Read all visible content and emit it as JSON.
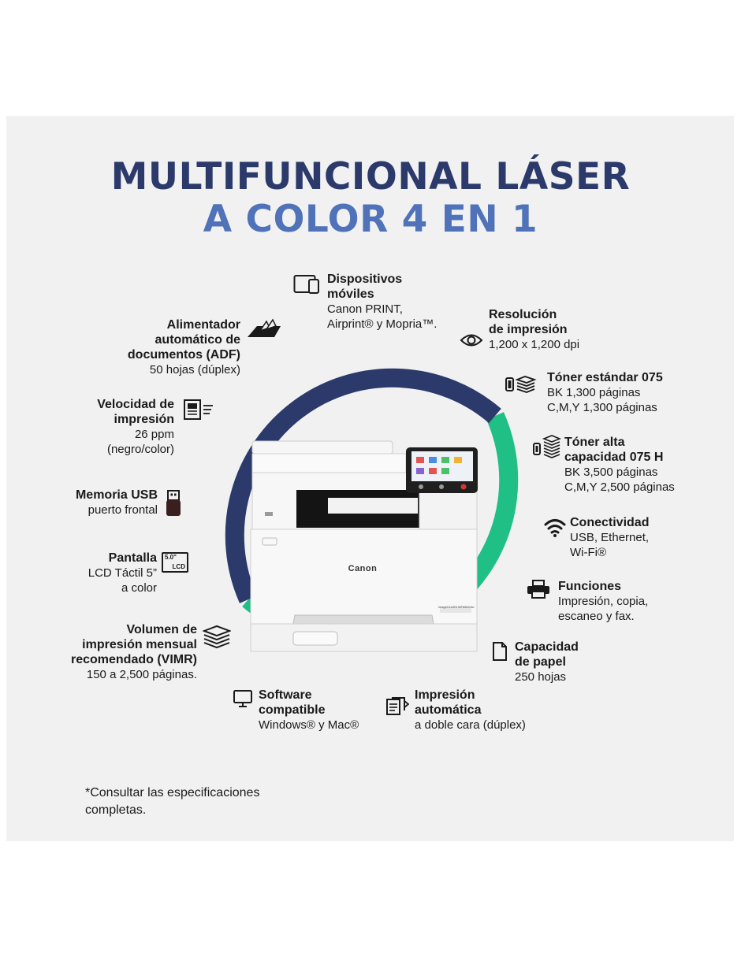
{
  "title": {
    "line1": "MULTIFUNCIONAL LÁSER",
    "line2": "A COLOR 4 EN 1"
  },
  "colors": {
    "navy": "#2b3a6b",
    "blue": "#4f72b8",
    "green": "#1fbf85",
    "panel": "#f1f1f1"
  },
  "printer": {
    "brand": "Canon",
    "model": "imageCLASS MF656Cdw"
  },
  "features": {
    "mobile": {
      "title1": "Dispositivos",
      "title2": "móviles",
      "line1": "Canon PRINT,",
      "line2": "Airprint® y Mopria™.",
      "icon": "tablet-phone-icon"
    },
    "resolution": {
      "title1": "Resolución",
      "title2": "de impresión",
      "line1": "1,200 x 1,200 dpi",
      "icon": "eye-icon"
    },
    "adf": {
      "title1": "Alimentador",
      "title2": "automático de",
      "title3": "documentos (ADF)",
      "line1": "50 hojas (dúplex)",
      "icon": "document-feeder-icon"
    },
    "toner_std": {
      "title1": "Tóner estándar 075",
      "line1": "BK 1,300 páginas",
      "line2": "C,M,Y 1,300 páginas",
      "icon": "toner-icon"
    },
    "speed": {
      "title1": "Velocidad de",
      "title2": "impresión",
      "line1": "26 ppm",
      "line2": "(negro/color)",
      "icon": "print-speed-icon"
    },
    "toner_high": {
      "title1": "Tóner alta",
      "title2": "capacidad 075 H",
      "line1": "BK 3,500 páginas",
      "line2": "C,M,Y 2,500 páginas",
      "icon": "toner-high-icon"
    },
    "usb": {
      "title1": "Memoria USB",
      "line1": "puerto frontal",
      "icon": "usb-icon"
    },
    "connectivity": {
      "title1": "Conectividad",
      "line1": "USB, Ethernet,",
      "line2": "Wi-Fi®",
      "icon": "wifi-icon"
    },
    "screen": {
      "title1": "Pantalla",
      "line1": "LCD Táctil 5”",
      "line2": "a color",
      "icon": "touchscreen-icon",
      "badge": "5.0\"",
      "badge2": "LCD"
    },
    "functions": {
      "title1": "Funciones",
      "line1": "Impresión, copia,",
      "line2": "escaneo y fax.",
      "icon": "printer-icon"
    },
    "volume": {
      "title1": "Volumen de",
      "title2": "impresión mensual",
      "title3": "recomendado (VIMR)",
      "line1": "150 a 2,500 páginas.",
      "icon": "paper-stack-icon"
    },
    "paper": {
      "title1": "Capacidad",
      "title2": "de papel",
      "line1": "250 hojas",
      "icon": "paper-sheet-icon"
    },
    "software": {
      "title1": "Software",
      "title2": "compatible",
      "line1": "Windows® y Mac®",
      "icon": "monitor-icon"
    },
    "duplex": {
      "title1": "Impresión",
      "title2": "automática",
      "line1": "a doble cara (dúplex)",
      "icon": "duplex-icon"
    }
  },
  "footnote": {
    "line1": "*Consultar las especificaciones",
    "line2": "completas."
  }
}
